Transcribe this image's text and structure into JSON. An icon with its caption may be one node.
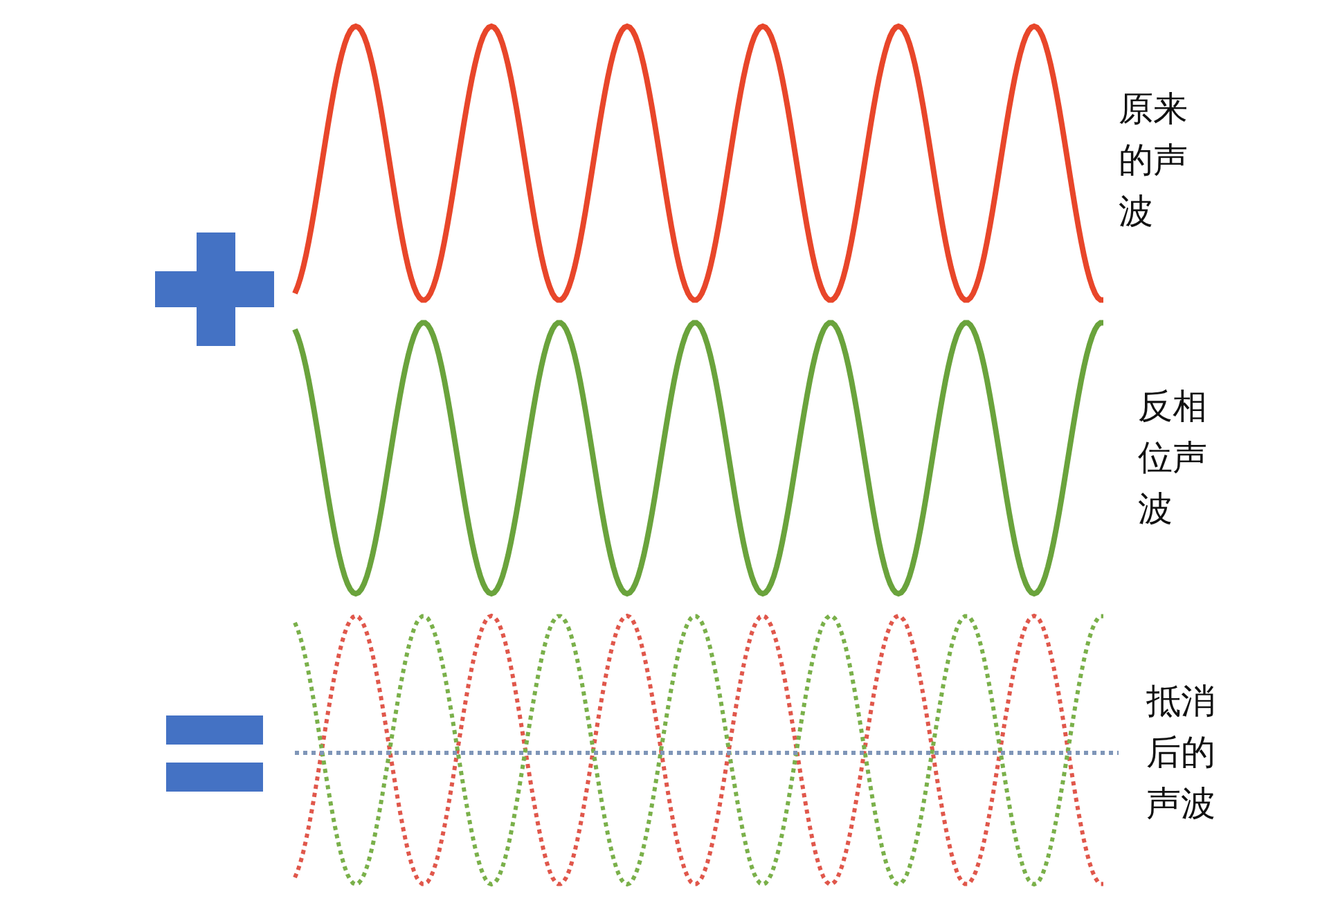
{
  "diagram": {
    "labels": [
      "原来的声波",
      "反相位声波",
      "抵消后的声波"
    ]
  }
}
